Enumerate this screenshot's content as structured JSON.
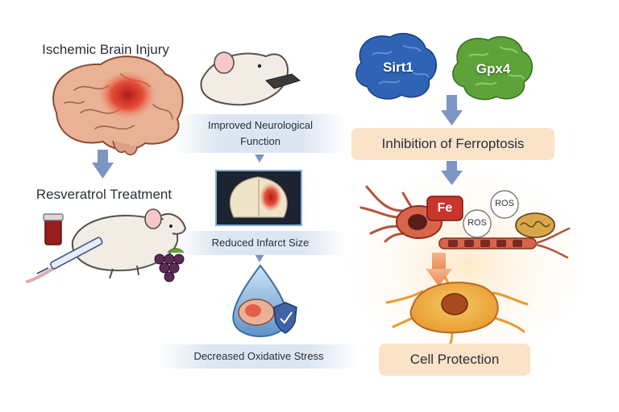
{
  "labels": {
    "ischemic": "Ischemic Brain Injury",
    "resveratrol": "Resveratrol Treatment",
    "neuro_line1": "Improved Neurological",
    "neuro_line2": "Function",
    "infarct": "Reduced Infarct Size",
    "oxidative": "Decreased Oxidative Stress",
    "inhibition": "Inhibition of Ferroptosis",
    "protection": "Cell Protection",
    "sirt1": "Sirt1",
    "gpx4": "Gpx4",
    "fe": "Fe",
    "ros_a": "ROS",
    "ros_b": "ROS"
  },
  "colors": {
    "down_arrow": "#7d95c4",
    "orange_arrow": "#ee9d6c",
    "pill": "#fbe3c9",
    "band": "#d6e2f0",
    "sirt1": "#2f63b5",
    "gpx4": "#5ea33a",
    "fe": "#c8352b",
    "brain": "#e9b296",
    "lesion": "#d93a2a"
  },
  "icons": [
    "brain-icon",
    "rat-icon",
    "syringe-icon",
    "grapes-icon",
    "vial-icon",
    "brain-scan-icon",
    "droplet-icon",
    "shield-icon",
    "protein-icon",
    "neuron-icon",
    "mitochondrion-icon"
  ]
}
